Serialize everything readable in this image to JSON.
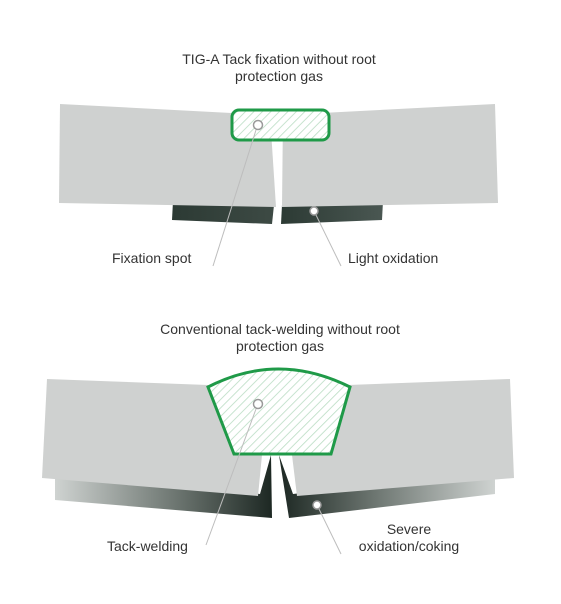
{
  "top_panel": {
    "title_line1": "TIG-A Tack fixation without root",
    "title_line2": "protection gas",
    "label_left": "Fixation spot",
    "label_right": "Light oxidation"
  },
  "bottom_panel": {
    "title_line1": "Conventional tack-welding without root",
    "title_line2": "protection gas",
    "label_left": "Tack-welding",
    "label_right_line1": "Severe",
    "label_right_line2": "oxidation/coking"
  },
  "colors": {
    "plate": "#cfd1d0",
    "weld_outline": "#1f9a48",
    "hatch": "#b9dcc3",
    "backing_dark": "#2c3a34",
    "backing_light": "#cfd3d1",
    "leader_line": "#bdbdbd",
    "text": "#333333"
  }
}
